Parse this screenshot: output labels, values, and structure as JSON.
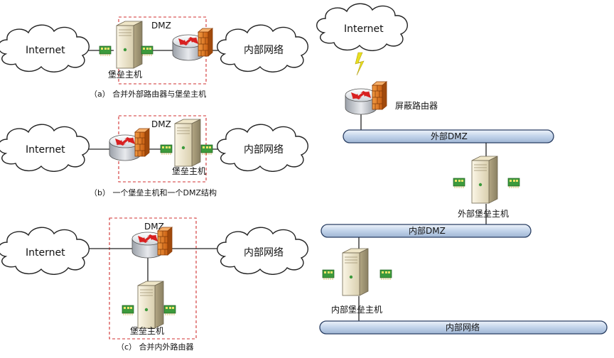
{
  "diagram_a": {
    "zone_label": "DMZ",
    "internet": "Internet",
    "internal_network": "内部网络",
    "bastion_host": "堡垒主机",
    "caption": "（a） 合并外部路由器与堡垒主机"
  },
  "diagram_b": {
    "zone_label": "DMZ",
    "internet": "Internet",
    "internal_network": "内部网络",
    "bastion_host": "堡垒主机",
    "caption": "（b） 一个堡垒主机和一个DMZ结构"
  },
  "diagram_c": {
    "zone_label": "DMZ",
    "internet": "Internet",
    "internal_network": "内部网络",
    "bastion_host": "堡垒主机",
    "caption": "（c） 合并内外路由器"
  },
  "diagram_right": {
    "internet": "Internet",
    "screening_router": "屏蔽路由器",
    "external_dmz": "外部DMZ",
    "external_bastion": "外部堡垒主机",
    "internal_dmz": "内部DMZ",
    "internal_bastion": "内部堡垒主机",
    "internal_network": "内部网络"
  },
  "colors": {
    "dmz_border": "#d03030",
    "firewall": "#e07a20",
    "router_arrows": "#d82020",
    "bus_fill": "#c8d8ec",
    "bus_stroke": "#2a3f63",
    "lightning": "#e8e020",
    "nic_green": "#3c9a3c"
  }
}
